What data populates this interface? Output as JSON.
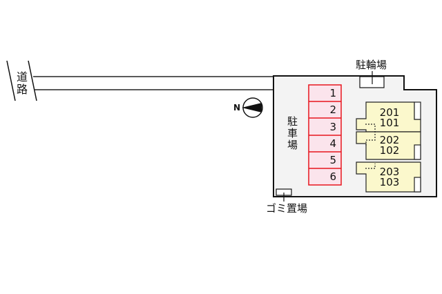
{
  "road": {
    "label": "道路"
  },
  "compass": {
    "north_label": "N"
  },
  "lot": {
    "fill": "#f3f3f3",
    "parking": {
      "label": "駐車場",
      "fill": "#fbe4ec",
      "border": "#e8141c",
      "slots": [
        "1",
        "2",
        "3",
        "4",
        "5",
        "6"
      ]
    },
    "bicycle_parking": {
      "label": "駐輪場"
    },
    "garbage": {
      "label": "ゴミ置場"
    },
    "building": {
      "fill": "#fbf8cc",
      "units": [
        {
          "upper": "201",
          "lower": "101"
        },
        {
          "upper": "202",
          "lower": "102"
        },
        {
          "upper": "203",
          "lower": "103"
        }
      ]
    }
  }
}
